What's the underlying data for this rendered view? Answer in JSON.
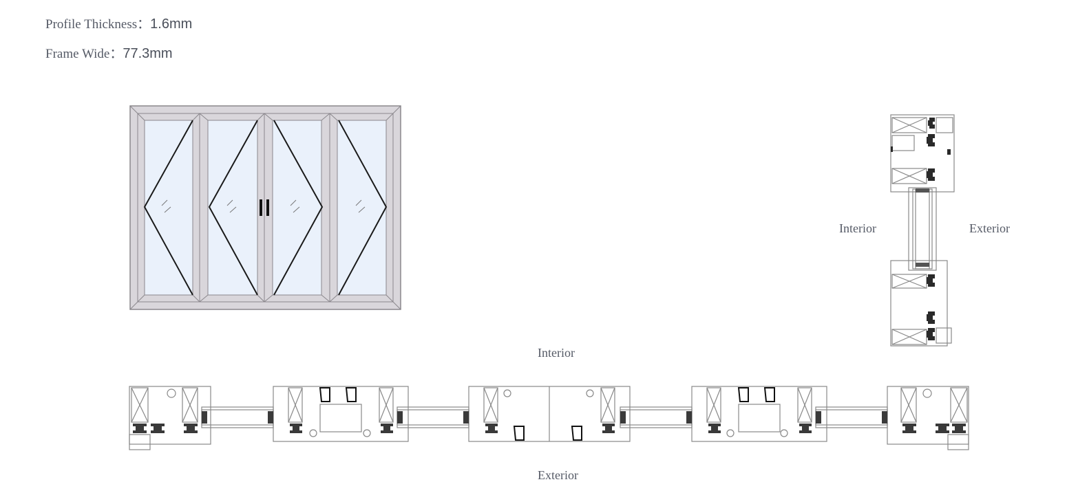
{
  "specs": {
    "profile_thickness": {
      "label": "Profile Thickness：",
      "value": "1.6mm"
    },
    "frame_wide": {
      "label": "Frame Wide：",
      "value": "77.3mm"
    }
  },
  "elevation": {
    "panels": 4,
    "opening_marks": [
      "left-hinged",
      "right-hinged",
      "left-hinged",
      "right-hinged"
    ],
    "handle_position": "center",
    "colors": {
      "frame": "#d9d6db",
      "frame_edge": "#8a878c",
      "glass": "#eaf1fb",
      "swing_line": "#1a1a1a"
    }
  },
  "vertical_section": {
    "label_left": "Interior",
    "label_right": "Exterior"
  },
  "horizontal_section": {
    "label_top": "Interior",
    "label_bottom": "Exterior"
  }
}
